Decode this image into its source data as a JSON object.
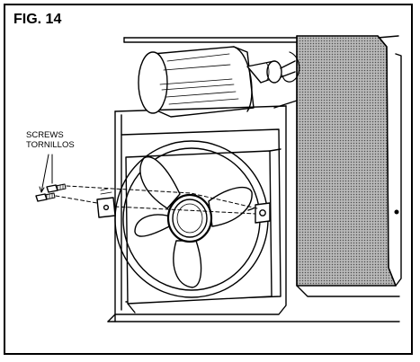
{
  "figure": {
    "label": "FIG. 14",
    "callout_en": "SCREWS",
    "callout_es": "TORNILLOS"
  },
  "colors": {
    "line": "#000000",
    "paper": "#ffffff",
    "shading": "#8c8c8c"
  }
}
